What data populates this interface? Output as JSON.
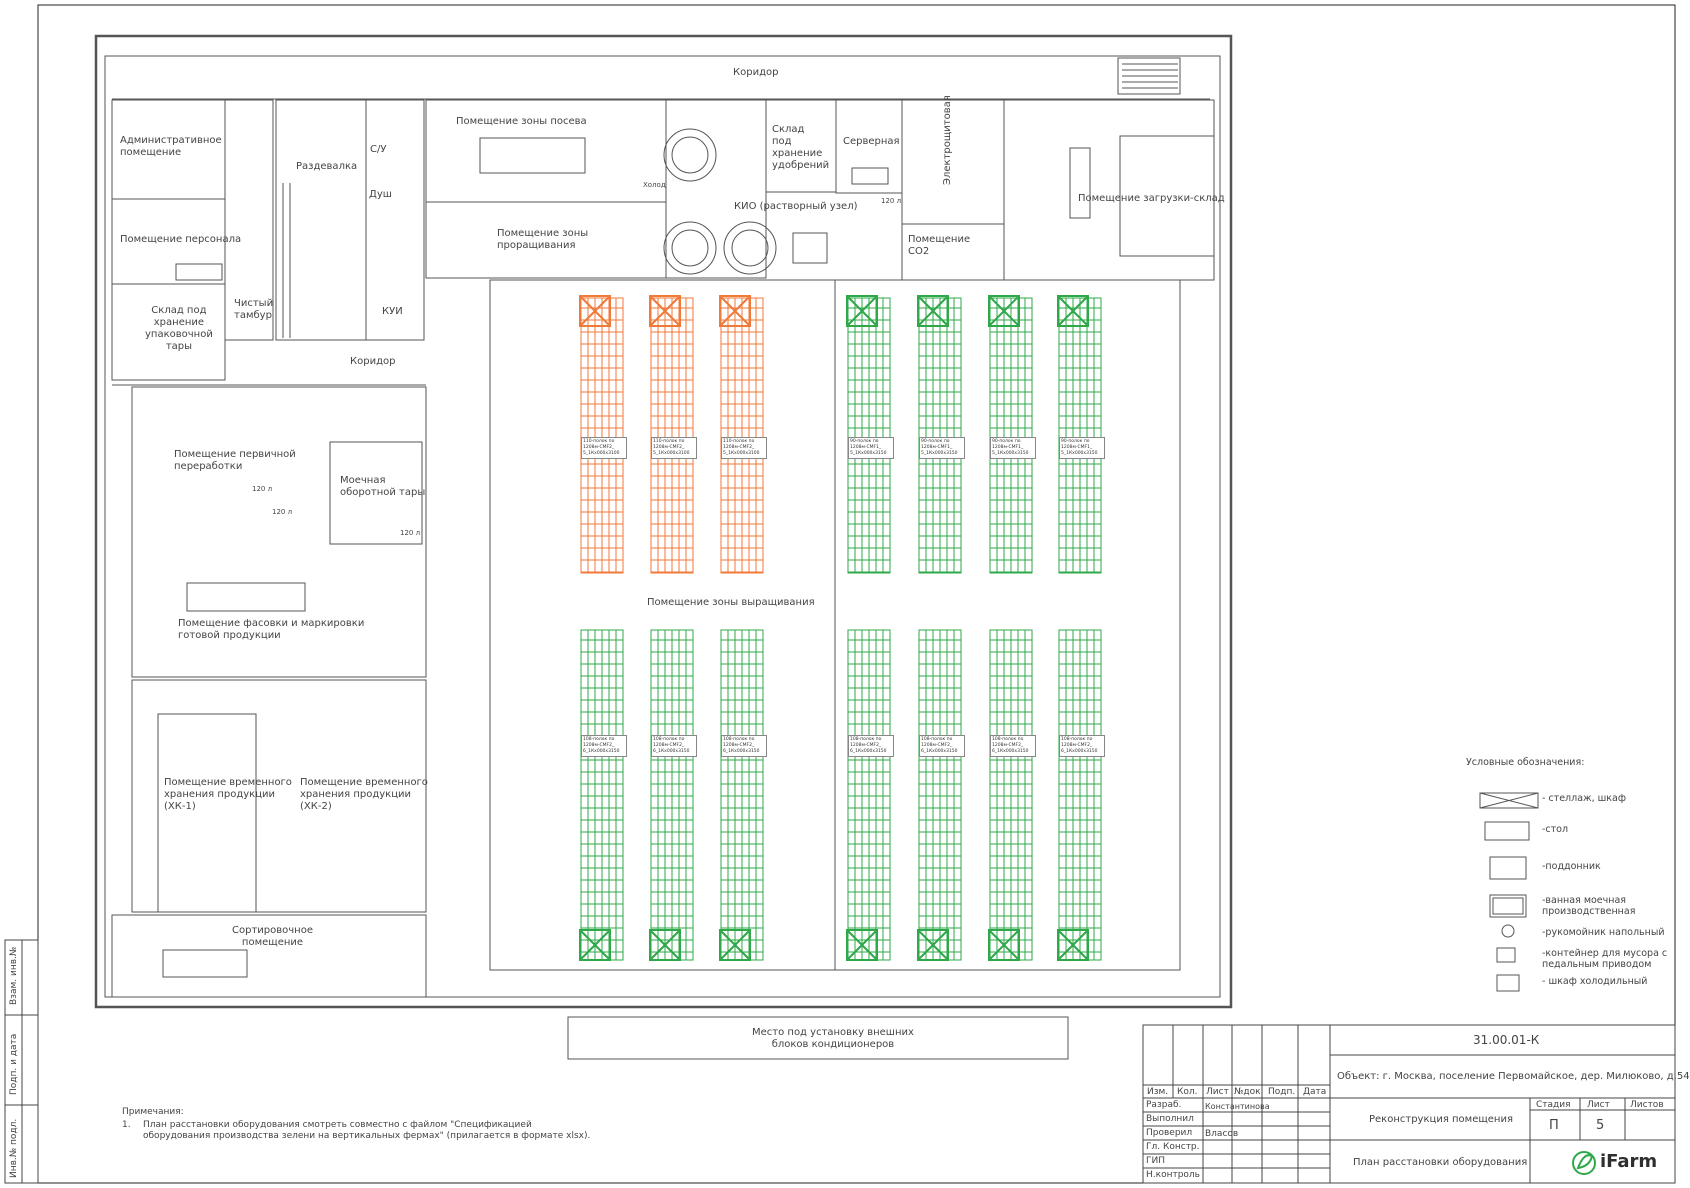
{
  "rooms": {
    "corridor_top": "Коридор",
    "admin": "Административное\nпомещение",
    "locker": "Раздевалка",
    "wc": "С/У",
    "shower": "Душ",
    "sowing": "Помещение зоны посева",
    "fertilizer": "Склад\nпод\nхранение\nудобрений",
    "server": "Серверная",
    "electrical": "Электрощитовая",
    "loading": "Помещение загрузки-склад",
    "staff": "Помещение персонала",
    "germination": "Помещение зоны\nпроращивания",
    "kio": "КИО (растворный узел)",
    "co2": "Помещение\nCO2",
    "packaging_store": "Склад под\nхранение\nупаковочной\nтары",
    "clean_tambour": "Чистый\nтамбур",
    "kui": "КУИ",
    "corridor_mid": "Коридор",
    "primary": "Помещение первичной\nпереработки",
    "washing": "Моечная\nоборотной тары",
    "growing": "Помещение зоны выращивания",
    "packing": "Помещение фасовки и маркировки\nготовой продукции",
    "storage1": "Помещение временного\nхранения продукции\n(ХК-1)",
    "storage2": "Помещение временного\nхранения продукции\n(ХК-2)",
    "sorting": "Сортировочное\nпомещение"
  },
  "small_labels": {
    "fridge": "Холод",
    "bin": "120 л"
  },
  "farm_tags": {
    "orange": "110-полок по\n1208м-CMF2_\n5_1Кx000x3100",
    "green_top": "90-полок по\n1208м-CMF1_\n5_1Кx000x3150",
    "green_bottom": "108-полок по\n1208м-CMF2_\n6_1Кx000x3150"
  },
  "colors": {
    "orange_farm": "#f07a3a",
    "green_farm": "#2fa84a",
    "line": "#555555"
  },
  "outdoor": "Место под установку внешних\nблоков кондиционеров",
  "notes": {
    "title": "Примечания:",
    "number": "1.",
    "text": "План расстановки оборудования смотреть совместно с файлом \"Спецификацией\nоборудования производства зелени на вертикальных фермах\" (прилагается в формате xlsx)."
  },
  "legend": {
    "title": "Условные обозначения:",
    "items": [
      "- стеллаж, шкаф",
      "-стол",
      "-поддонник",
      "-ванная моечная\nпроизводственная",
      "-рукомойник напольный",
      "-контейнер для мусора с\nпедальным приводом",
      "- шкаф холодильный"
    ]
  },
  "side_stamp": [
    "Взам. инв.№",
    "Подп. и дата",
    "Инв.№ подл."
  ],
  "title_block": {
    "code": "31.00.01-К",
    "object": "Объект: г. Москва, поселение Первомайское, дер. Милюково, д.54",
    "header_cols": [
      "Изм.",
      "Кол.",
      "Лист",
      "№док.",
      "Подп.",
      "Дата"
    ],
    "roles": [
      "Разраб.",
      "Выполнил",
      "Проверил",
      "Гл. Констр.",
      "ГИП",
      "Н.контроль"
    ],
    "names": [
      "Константинова",
      "",
      "Власов",
      "",
      "",
      ""
    ],
    "project": "Реконструкция помещения",
    "sheet_title": "План расстановки оборудования",
    "stage_hdr": "Стадия",
    "sheet_hdr": "Лист",
    "sheets_hdr": "Листов",
    "stage": "П",
    "sheet": "5",
    "sheets": ""
  },
  "logo": {
    "text": "iFarm"
  }
}
